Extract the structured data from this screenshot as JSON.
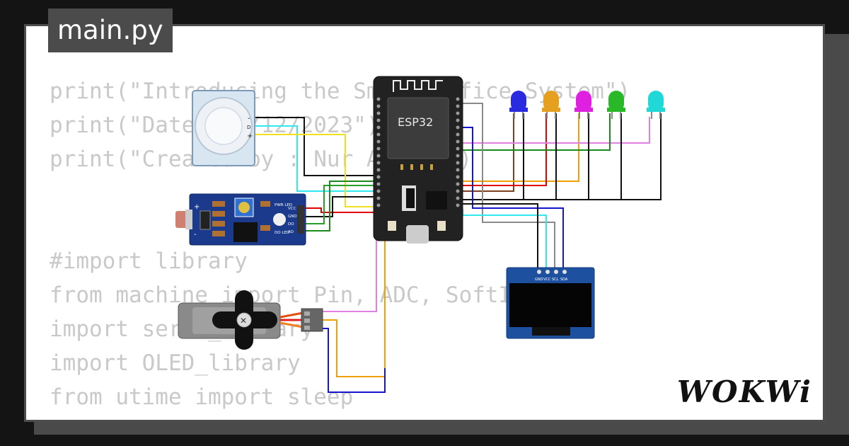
{
  "tab": {
    "filename": "main.py"
  },
  "code_lines": [
    "print(\"Introducing the Smart Office System\")",
    "print(\"Date : 9/12/2023\")",
    "print(\"Created by : Nur Aisyah\")",
    "",
    "",
    "#import library",
    "from machine import Pin, ADC, SoftI2C",
    "import servo_library",
    "import OLED_library",
    "from utime import sleep"
  ],
  "board": {
    "label": "ESP32"
  },
  "pir": {
    "pins": [
      "-",
      "D",
      "+"
    ]
  },
  "ldr": {
    "left_pins": [
      "+",
      "-"
    ],
    "led_labels": [
      "PWR LED",
      "DO LED"
    ],
    "pins": [
      "VCC",
      "GND",
      "DO",
      "AO"
    ]
  },
  "oled": {
    "pins": [
      "GND",
      "VCC",
      "SCL",
      "SDA"
    ]
  },
  "leds": [
    {
      "color": "#2a2ae0"
    },
    {
      "color": "#e6a020"
    },
    {
      "color": "#e020e0"
    },
    {
      "color": "#28b828"
    },
    {
      "color": "#20d8d8"
    }
  ],
  "brand": {
    "name": "WOKWi"
  }
}
